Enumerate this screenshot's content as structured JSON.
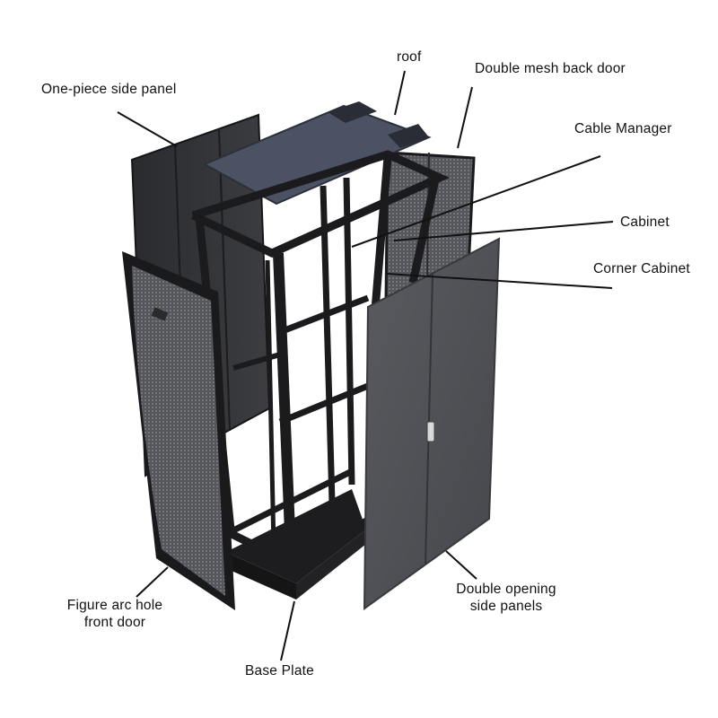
{
  "labels": {
    "roof": "roof",
    "back_door": "Double mesh back door",
    "side_panel": "One-piece side panel",
    "cable_manager": "Cable Manager",
    "cabinet": "Cabinet",
    "corner_cabinet": "Corner Cabinet",
    "front_door_line1": "Figure arc hole",
    "front_door_line2": "front door",
    "side_panels_line1": "Double opening",
    "side_panels_line2": "side panels",
    "base_plate": "Base Plate"
  },
  "colors": {
    "frame": "#1b1b1d",
    "panel": "#2f3033",
    "roof": "#4a5160",
    "door_panel": "#55565b",
    "mesh": "#6e6f74",
    "leader": "#111111"
  }
}
